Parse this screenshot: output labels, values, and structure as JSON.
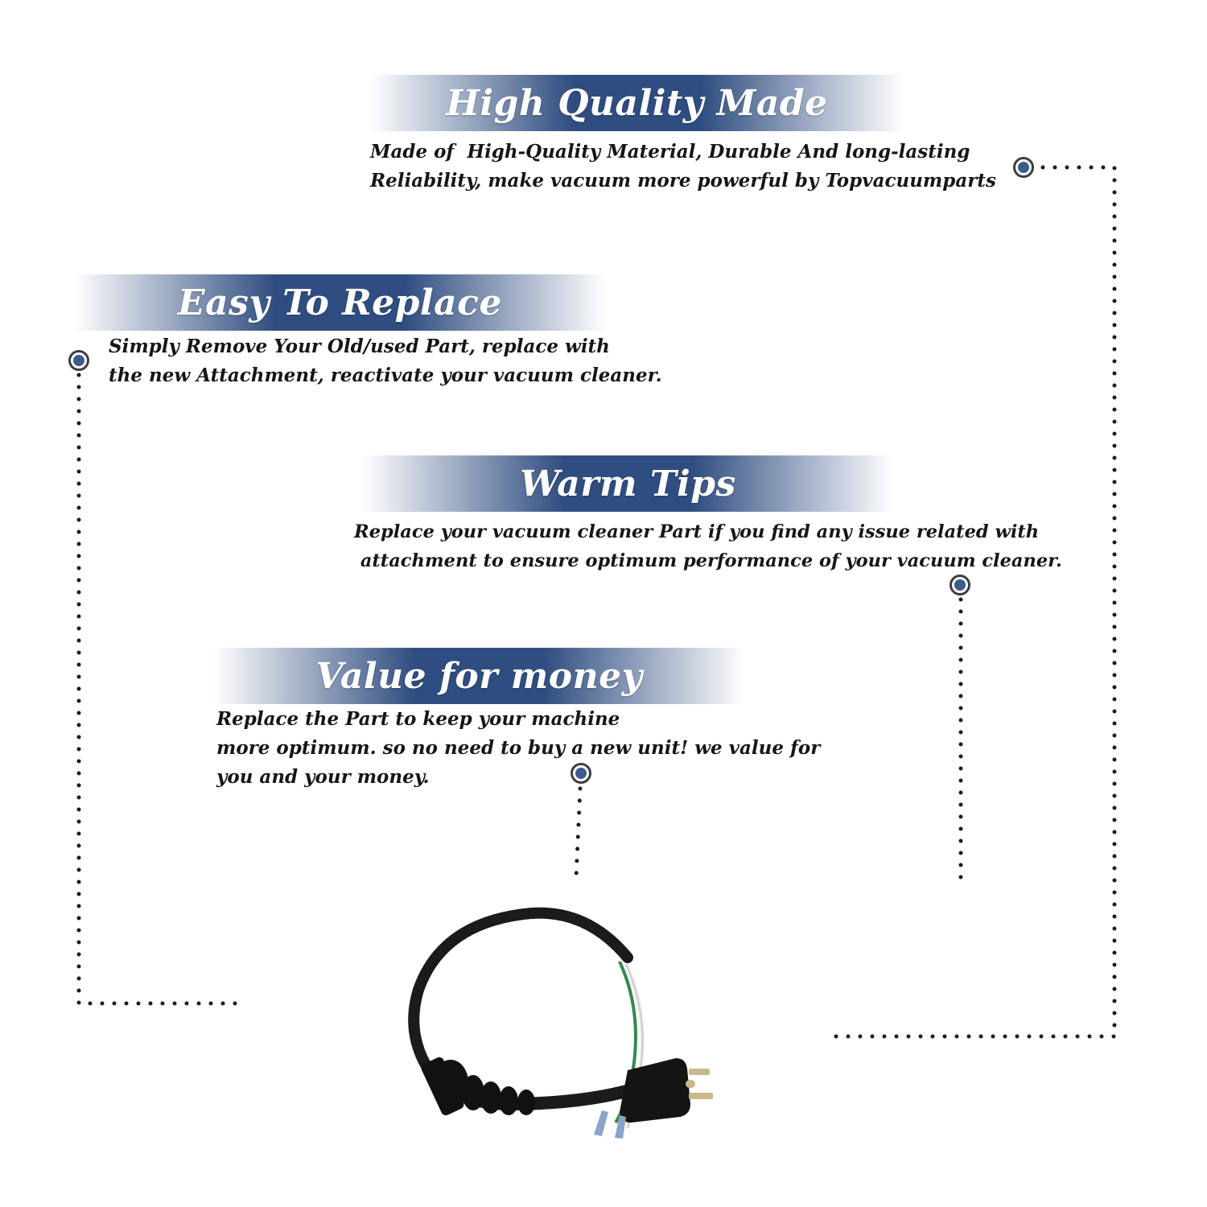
{
  "sections": [
    {
      "title": "High Quality Made",
      "description": "Made of  High-Quality Material, Durable And long-lasting\nReliability, make vacuum more powerful by Topvacuumparts"
    },
    {
      "title": "Easy To Replace",
      "description": "Simply Remove Your Old/used Part, replace with\nthe new Attachment, reactivate your vacuum cleaner."
    },
    {
      "title": "Warm Tips",
      "description": "Replace your vacuum cleaner Part if you find any issue related with\n attachment to ensure optimum performance of your vacuum cleaner."
    },
    {
      "title": "Value for money",
      "description": "Replace the Part to keep your machine\nmore optimum. so no need to buy a new unit! we value for\nyou and your money."
    }
  ],
  "colors": {
    "banner_blue": "#2f4d80",
    "marker_blue": "#3f5a8c",
    "text": "#161616",
    "dots": "#1a1a1a"
  },
  "icons": [
    "marker-dot-icon",
    "power-cord-image"
  ]
}
